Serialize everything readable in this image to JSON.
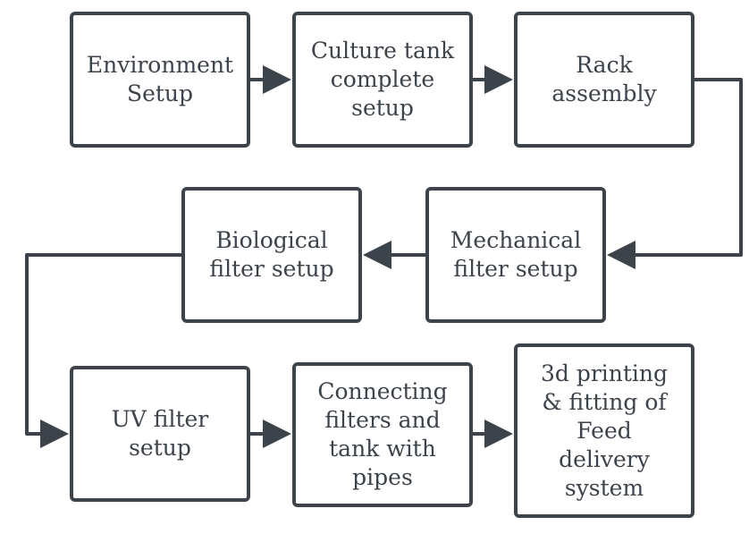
{
  "diagram": {
    "colors": {
      "stroke": "#3d434b",
      "text": "#3d434b",
      "background": "#ffffff"
    },
    "nodes": [
      {
        "id": "environment-setup",
        "label": "Environment\nSetup"
      },
      {
        "id": "culture-tank",
        "label": "Culture tank\ncomplete\nsetup"
      },
      {
        "id": "rack-assembly",
        "label": "Rack\nassembly"
      },
      {
        "id": "biological-filter",
        "label": "Biological\nfilter setup"
      },
      {
        "id": "mechanical-filter",
        "label": "Mechanical\nfilter setup"
      },
      {
        "id": "uv-filter",
        "label": "UV filter\nsetup"
      },
      {
        "id": "connecting-filters",
        "label": "Connecting\nfilters and\ntank with\npipes"
      },
      {
        "id": "feed-delivery",
        "label": "3d printing\n& fitting of\nFeed\ndelivery\nsystem"
      }
    ],
    "edges": [
      {
        "from": "environment-setup",
        "to": "culture-tank"
      },
      {
        "from": "culture-tank",
        "to": "rack-assembly"
      },
      {
        "from": "rack-assembly",
        "to": "mechanical-filter"
      },
      {
        "from": "mechanical-filter",
        "to": "biological-filter"
      },
      {
        "from": "biological-filter",
        "to": "uv-filter"
      },
      {
        "from": "uv-filter",
        "to": "connecting-filters"
      },
      {
        "from": "connecting-filters",
        "to": "feed-delivery"
      }
    ]
  }
}
